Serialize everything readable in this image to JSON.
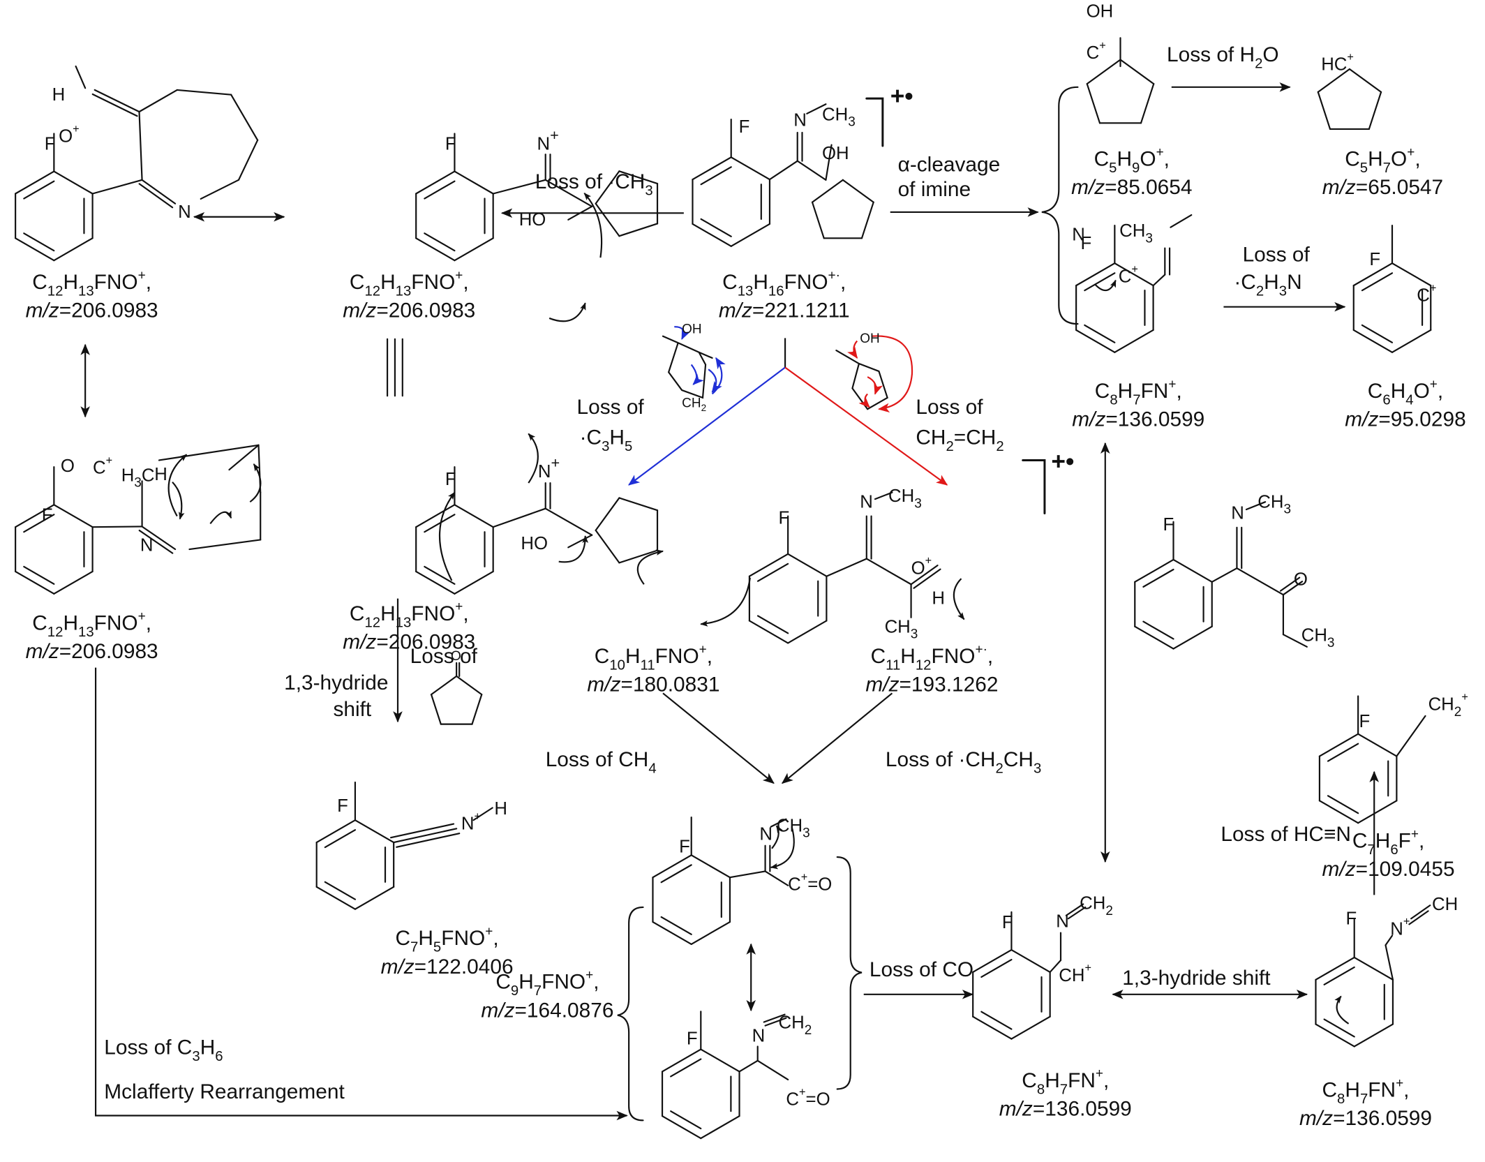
{
  "title": "Proposed MS/MS fragmentation pathway of 2-fluoro ketamine-related imine (C13H16FNO+·)",
  "colors": {
    "blue_path": "#1f2fd6",
    "red_path": "#e01818",
    "ink": "#111111"
  },
  "ions": [
    {
      "id": "parent",
      "formula": [
        "C",
        "13",
        "H",
        "16",
        "FNO",
        "+·",
        ","
      ],
      "mz": "221.1211",
      "charge_tag": "+•"
    },
    {
      "id": "azepine",
      "formula": [
        "C",
        "12",
        "H",
        "13",
        "FNO",
        "+",
        ","
      ],
      "mz": "206.0983"
    },
    {
      "id": "iminium_a",
      "formula": [
        "C",
        "12",
        "H",
        "13",
        "FNO",
        "+",
        ","
      ],
      "mz": "206.0983"
    },
    {
      "id": "iminium_b",
      "formula": [
        "C",
        "12",
        "H",
        "13",
        "FNO",
        "+",
        ","
      ],
      "mz": "206.0983"
    },
    {
      "id": "acylium",
      "formula": [
        "C",
        "12",
        "H",
        "13",
        "FNO",
        "+",
        ","
      ],
      "mz": "206.0983"
    },
    {
      "id": "c5h9o",
      "formula": [
        "C",
        "5",
        "H",
        "9",
        "O",
        "+",
        ","
      ],
      "mz": "85.0654"
    },
    {
      "id": "c5h7o",
      "formula": [
        "C",
        "5",
        "H",
        "7",
        "O",
        "+",
        ","
      ],
      "mz": "65.0547"
    },
    {
      "id": "c8h7fn_top",
      "formula": [
        "C",
        "8",
        "H",
        "7",
        "FN",
        "+",
        ","
      ],
      "mz": "136.0599"
    },
    {
      "id": "c6h4o",
      "formula": [
        "C",
        "6",
        "H",
        "4",
        "O",
        "+",
        ","
      ],
      "mz": "95.0298"
    },
    {
      "id": "c10",
      "formula": [
        "C",
        "10",
        "H",
        "11",
        "FNO",
        "+",
        ","
      ],
      "mz": "180.0831"
    },
    {
      "id": "c11",
      "formula": [
        "C",
        "11",
        "H",
        "12",
        "FNO",
        "+·",
        ","
      ],
      "mz": "193.1262",
      "charge_tag": "+•"
    },
    {
      "id": "c7h5fno",
      "formula": [
        "C",
        "7",
        "H",
        "5",
        "FNO",
        "+",
        ","
      ],
      "mz": "122.0406"
    },
    {
      "id": "c9h7fno",
      "formula": [
        "C",
        "9",
        "H",
        "7",
        "FNO",
        "+",
        ","
      ],
      "mz": "164.0876"
    },
    {
      "id": "c8h7fn_mid",
      "formula": [
        "C",
        "8",
        "H",
        "7",
        "FN",
        "+",
        ","
      ],
      "mz": "136.0599"
    },
    {
      "id": "c8h7fn_right",
      "formula": [
        "C",
        "8",
        "H",
        "7",
        "FN",
        "+",
        ","
      ],
      "mz": "136.0599"
    },
    {
      "id": "c7h6f",
      "formula": [
        "C",
        "7",
        "H",
        "6",
        "F",
        "+",
        ","
      ],
      "mz": "109.0455"
    }
  ],
  "mz_prefix": "m/z",
  "transitions": {
    "loss_ch3": [
      "Loss of ·CH",
      "3"
    ],
    "alpha_cleavage_1": "α-cleavage",
    "alpha_cleavage_2": "of imine",
    "loss_h2o": [
      "Loss of H",
      "2",
      "O"
    ],
    "loss_c2h3n_1": "Loss of",
    "loss_c2h3n_2": [
      "·C",
      "2",
      "H",
      "3",
      "N"
    ],
    "loss_c3h5_1": "Loss of",
    "loss_c3h5_2": [
      "·C",
      "3",
      "H",
      "5"
    ],
    "loss_ethene_1": "Loss of",
    "loss_ethene_2": [
      "CH",
      "2",
      "=CH",
      "2"
    ],
    "loss_cyclopentanone": "Loss of",
    "hydride_shift_1": "1,3-hydride",
    "hydride_shift_2": "shift",
    "loss_ch4": [
      "Loss of CH",
      "4"
    ],
    "loss_ethyl": [
      "Loss of ·CH",
      "2",
      "CH",
      "3"
    ],
    "loss_co": "Loss of CO",
    "hydride_shift_h": "1,3-hydride shift",
    "loss_hcn": "Loss of HC≡N",
    "loss_c3h6": [
      "Loss of C",
      "3",
      "H",
      "6"
    ],
    "mclafferty": "Mclafferty Rearrangement"
  },
  "atoms": {
    "F": "F",
    "N": "N",
    "O": "O",
    "H": "H",
    "OH": "OH",
    "HO": "HO",
    "CH3": [
      "CH",
      "3"
    ],
    "H3C": [
      "H",
      "3",
      "C"
    ],
    "CH2": [
      "CH",
      "2"
    ],
    "Nplus": "N",
    "plus": "+",
    "Cplus": "C",
    "HC": "HC",
    "CH": "CH"
  }
}
